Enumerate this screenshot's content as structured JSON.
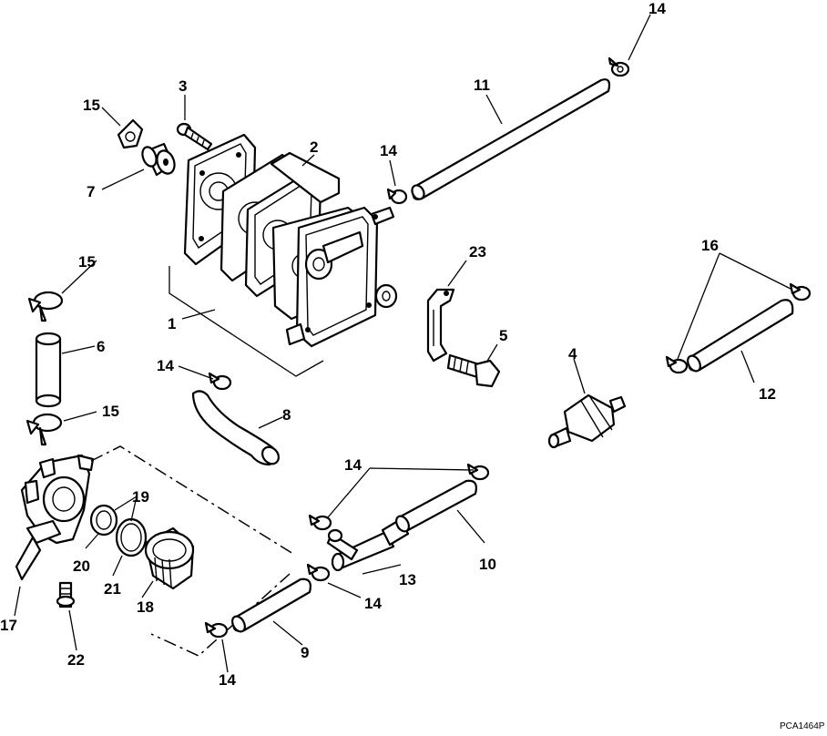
{
  "diagram": {
    "reference_code": "PCA1464P",
    "callouts": [
      {
        "id": "c1",
        "text": "1"
      },
      {
        "id": "c2",
        "text": "2"
      },
      {
        "id": "c3",
        "text": "3"
      },
      {
        "id": "c4",
        "text": "4"
      },
      {
        "id": "c5",
        "text": "5"
      },
      {
        "id": "c6",
        "text": "6"
      },
      {
        "id": "c7",
        "text": "7"
      },
      {
        "id": "c8",
        "text": "8"
      },
      {
        "id": "c9",
        "text": "9"
      },
      {
        "id": "c10",
        "text": "10"
      },
      {
        "id": "c11",
        "text": "11"
      },
      {
        "id": "c12",
        "text": "12"
      },
      {
        "id": "c13",
        "text": "13"
      },
      {
        "id": "c14a",
        "text": "14"
      },
      {
        "id": "c14b",
        "text": "14"
      },
      {
        "id": "c14c",
        "text": "14"
      },
      {
        "id": "c14d",
        "text": "14"
      },
      {
        "id": "c14e",
        "text": "14"
      },
      {
        "id": "c14f",
        "text": "14"
      },
      {
        "id": "c15a",
        "text": "15"
      },
      {
        "id": "c15b",
        "text": "15"
      },
      {
        "id": "c15c",
        "text": "15"
      },
      {
        "id": "c16",
        "text": "16"
      },
      {
        "id": "c17",
        "text": "17"
      },
      {
        "id": "c18",
        "text": "18"
      },
      {
        "id": "c19",
        "text": "19"
      },
      {
        "id": "c20",
        "text": "20"
      },
      {
        "id": "c21",
        "text": "21"
      },
      {
        "id": "c22",
        "text": "22"
      },
      {
        "id": "c23",
        "text": "23"
      }
    ]
  }
}
